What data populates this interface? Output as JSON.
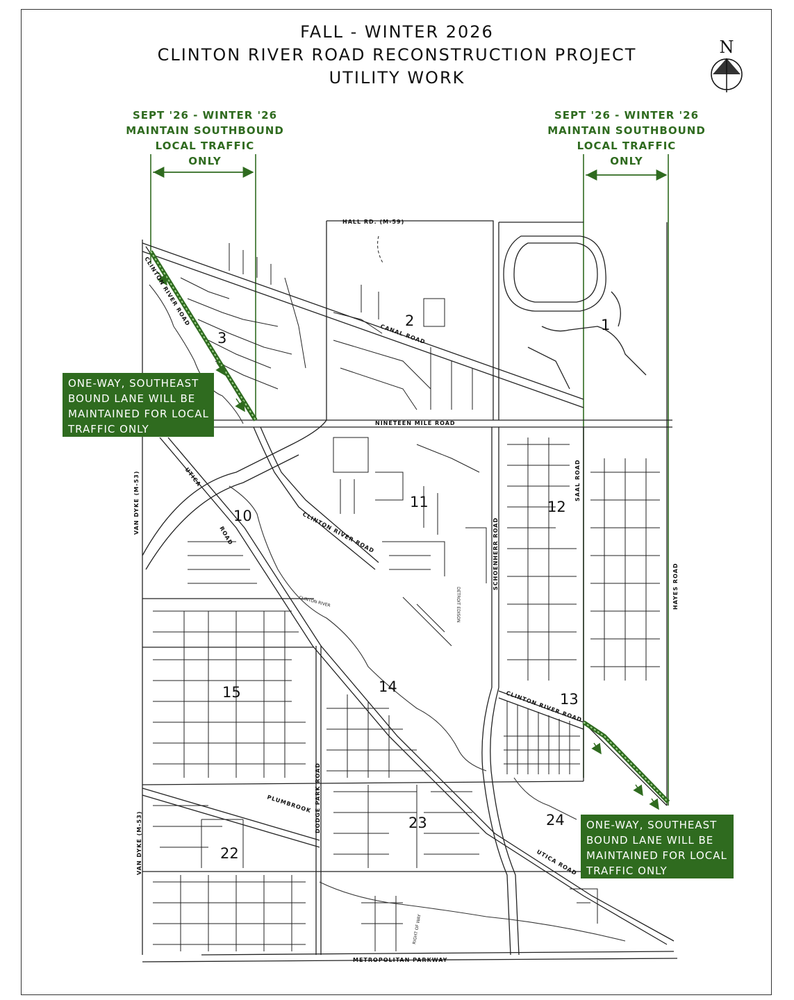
{
  "title": {
    "line1": "FALL - WINTER 2026",
    "line2": "CLINTON RIVER ROAD RECONSTRUCTION PROJECT",
    "line3": "UTILITY WORK"
  },
  "north_label": "N",
  "phase_left": [
    "SEPT '26 - WINTER '26",
    "MAINTAIN SOUTHBOUND",
    "LOCAL TRAFFIC",
    "ONLY"
  ],
  "phase_right": [
    "SEPT '26 - WINTER '26",
    "MAINTAIN SOUTHBOUND",
    "LOCAL TRAFFIC",
    "ONLY"
  ],
  "notice_left": [
    "ONE-WAY, SOUTHEAST",
    "BOUND LANE WILL BE",
    "MAINTAINED FOR LOCAL",
    "TRAFFIC ONLY"
  ],
  "notice_right": [
    "ONE-WAY, SOUTHEAST",
    "BOUND LANE WILL BE",
    "MAINTAINED FOR LOCAL",
    "TRAFFIC ONLY"
  ],
  "roads": {
    "hall": "HALL RD. (M-59)",
    "canal": "CANAL ROAD",
    "nineteen": "NINETEEN MILE ROAD",
    "clinton_river_nw": "CLINTON RIVER ROAD",
    "clinton_river_mid": "CLINTON RIVER ROAD",
    "clinton_river_se": "CLINTON RIVER ROAD",
    "utica_nw": "UTICA",
    "utica_nw2": "ROAD",
    "utica_se": "UTICA ROAD",
    "van_dyke_north": "VAN DYKE (M-53)",
    "van_dyke_south": "VAN DYKE (M-53)",
    "schoenherr": "SCHOENHERR ROAD",
    "saal": "SAAL ROAD",
    "hayes": "HAYES ROAD",
    "plumbrook": "PLUMBROOK",
    "dodge_park": "DODGE PARK ROAD",
    "metropolitan": "METROPOLITAN PARKWAY",
    "detroit_edison": "DETROIT EDISON",
    "right_of_way": "RIGHT OF WAY",
    "clinton_river_label": "CLINTON RIVER"
  },
  "zones": [
    "1",
    "2",
    "3",
    "10",
    "11",
    "12",
    "13",
    "14",
    "15",
    "22",
    "23",
    "24"
  ],
  "colors": {
    "work_zone_green": "#2f6b1f",
    "road_line": "#222222"
  }
}
